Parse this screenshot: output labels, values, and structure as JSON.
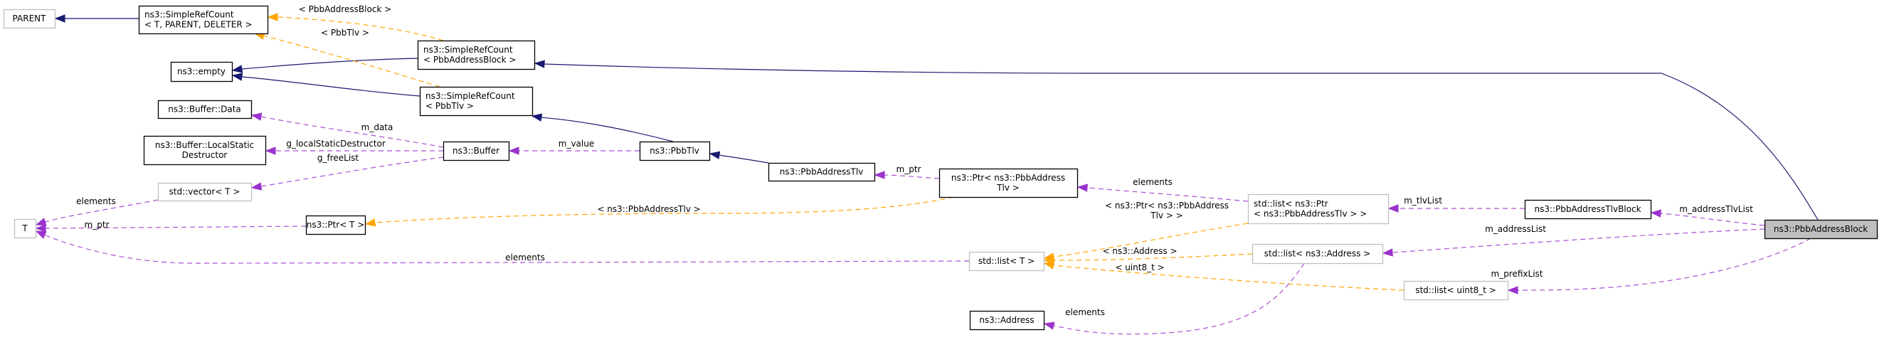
{
  "diagram": {
    "title": "Collaboration diagram for ns3::PbbAddressBlock",
    "focus_node": "pbb-address-block",
    "nodes": [
      {
        "id": "parent",
        "lines": [
          "PARENT"
        ],
        "kind": "external"
      },
      {
        "id": "simple-ref-count-generic",
        "lines": [
          "ns3::SimpleRefCount",
          "< T, PARENT, DELETER >"
        ],
        "kind": "class"
      },
      {
        "id": "ns3-empty",
        "lines": [
          "ns3::empty"
        ],
        "kind": "class"
      },
      {
        "id": "simple-ref-count-pbb-address-block",
        "lines": [
          "ns3::SimpleRefCount",
          "< PbbAddressBlock >"
        ],
        "kind": "class"
      },
      {
        "id": "simple-ref-count-pbb-tlv",
        "lines": [
          "ns3::SimpleRefCount",
          "< PbbTlv >"
        ],
        "kind": "class"
      },
      {
        "id": "buffer-data",
        "lines": [
          "ns3::Buffer::Data"
        ],
        "kind": "class"
      },
      {
        "id": "buffer-local-static-destructor",
        "lines": [
          "ns3::Buffer::LocalStatic",
          "Destructor"
        ],
        "kind": "class"
      },
      {
        "id": "std-vector-t",
        "lines": [
          "std::vector< T >"
        ],
        "kind": "external"
      },
      {
        "id": "t",
        "lines": [
          "T"
        ],
        "kind": "external"
      },
      {
        "id": "ns3-ptr-t",
        "lines": [
          "ns3::Ptr< T >"
        ],
        "kind": "class"
      },
      {
        "id": "ns3-buffer",
        "lines": [
          "ns3::Buffer"
        ],
        "kind": "class"
      },
      {
        "id": "ns3-pbb-tlv",
        "lines": [
          "ns3::PbbTlv"
        ],
        "kind": "class"
      },
      {
        "id": "ns3-pbb-address-tlv",
        "lines": [
          "ns3::PbbAddressTlv"
        ],
        "kind": "class"
      },
      {
        "id": "ns3-ptr-pbb-address-tlv",
        "lines": [
          "ns3::Ptr< ns3::PbbAddress",
          "Tlv >"
        ],
        "kind": "class"
      },
      {
        "id": "std-list-t",
        "lines": [
          "std::list< T >"
        ],
        "kind": "external"
      },
      {
        "id": "ns3-address",
        "lines": [
          "ns3::Address"
        ],
        "kind": "class"
      },
      {
        "id": "std-list-ptr-pbb-address-tlv",
        "lines": [
          "std::list< ns3::Ptr",
          "< ns3::PbbAddressTlv > >"
        ],
        "kind": "external"
      },
      {
        "id": "std-list-address",
        "lines": [
          "std::list< ns3::Address >"
        ],
        "kind": "external"
      },
      {
        "id": "std-list-uint8",
        "lines": [
          "std::list< uint8_t >"
        ],
        "kind": "external"
      },
      {
        "id": "pbb-address-tlv-block",
        "lines": [
          "ns3::PbbAddressTlvBlock"
        ],
        "kind": "class"
      },
      {
        "id": "pbb-address-block",
        "lines": [
          "ns3::PbbAddressBlock"
        ],
        "kind": "focus"
      }
    ],
    "edges": [
      {
        "from": "simple-ref-count-generic",
        "to": "parent",
        "type": "inherit",
        "label": []
      },
      {
        "from": "simple-ref-count-pbb-address-block",
        "to": "ns3-empty",
        "type": "inherit",
        "label": []
      },
      {
        "from": "simple-ref-count-pbb-tlv",
        "to": "ns3-empty",
        "type": "inherit",
        "label": []
      },
      {
        "from": "simple-ref-count-pbb-address-block",
        "to": "simple-ref-count-generic",
        "type": "template",
        "label": [
          "< PbbAddressBlock >"
        ]
      },
      {
        "from": "simple-ref-count-pbb-tlv",
        "to": "simple-ref-count-generic",
        "type": "template",
        "label": [
          "< PbbTlv >"
        ]
      },
      {
        "from": "pbb-address-block",
        "to": "simple-ref-count-pbb-address-block",
        "type": "inherit",
        "label": []
      },
      {
        "from": "ns3-pbb-tlv",
        "to": "simple-ref-count-pbb-tlv",
        "type": "inherit",
        "label": []
      },
      {
        "from": "ns3-buffer",
        "to": "buffer-data",
        "type": "use",
        "label": [
          "m_data"
        ]
      },
      {
        "from": "ns3-buffer",
        "to": "buffer-local-static-destructor",
        "type": "use",
        "label": [
          "g_localStaticDestructor"
        ]
      },
      {
        "from": "ns3-buffer",
        "to": "std-vector-t",
        "type": "use",
        "label": [
          "g_freeList"
        ]
      },
      {
        "from": "ns3-pbb-tlv",
        "to": "ns3-buffer",
        "type": "use",
        "label": [
          "m_value"
        ]
      },
      {
        "from": "ns3-pbb-address-tlv",
        "to": "ns3-pbb-tlv",
        "type": "inherit",
        "label": []
      },
      {
        "from": "ns3-ptr-pbb-address-tlv",
        "to": "ns3-pbb-address-tlv",
        "type": "use",
        "label": [
          "m_ptr"
        ]
      },
      {
        "from": "std-vector-t",
        "to": "t",
        "type": "use",
        "label": [
          "elements"
        ]
      },
      {
        "from": "ns3-ptr-t",
        "to": "t",
        "type": "use",
        "label": [
          "m_ptr"
        ]
      },
      {
        "from": "std-list-t",
        "to": "t",
        "type": "use",
        "label": [
          "elements"
        ]
      },
      {
        "from": "ns3-ptr-pbb-address-tlv",
        "to": "ns3-ptr-t",
        "type": "template",
        "label": [
          "< ns3::PbbAddressTlv >"
        ]
      },
      {
        "from": "std-list-ptr-pbb-address-tlv",
        "to": "ns3-ptr-pbb-address-tlv",
        "type": "use",
        "label": [
          "elements"
        ]
      },
      {
        "from": "std-list-ptr-pbb-address-tlv",
        "to": "std-list-t",
        "type": "template",
        "label": [
          "< ns3::Ptr< ns3::PbbAddress",
          "Tlv > >"
        ]
      },
      {
        "from": "std-list-address",
        "to": "std-list-t",
        "type": "template",
        "label": [
          "< ns3::Address >"
        ]
      },
      {
        "from": "std-list-uint8",
        "to": "std-list-t",
        "type": "template",
        "label": [
          "< uint8_t >"
        ]
      },
      {
        "from": "std-list-address",
        "to": "ns3-address",
        "type": "use",
        "label": [
          "elements"
        ]
      },
      {
        "from": "pbb-address-tlv-block",
        "to": "std-list-ptr-pbb-address-tlv",
        "type": "use",
        "label": [
          "m_tlvList"
        ]
      },
      {
        "from": "pbb-address-block",
        "to": "pbb-address-tlv-block",
        "type": "use",
        "label": [
          "m_addressTlvList"
        ]
      },
      {
        "from": "pbb-address-block",
        "to": "std-list-address",
        "type": "use",
        "label": [
          "m_addressList"
        ]
      },
      {
        "from": "pbb-address-block",
        "to": "std-list-uint8",
        "type": "use",
        "label": [
          "m_prefixList"
        ]
      }
    ],
    "colors": {
      "inheritance": "#191970",
      "usage": "#9a32cd",
      "template": "#ffa500",
      "focus_fill": "#bfbfbf",
      "external_border": "#bfbfbf"
    }
  }
}
